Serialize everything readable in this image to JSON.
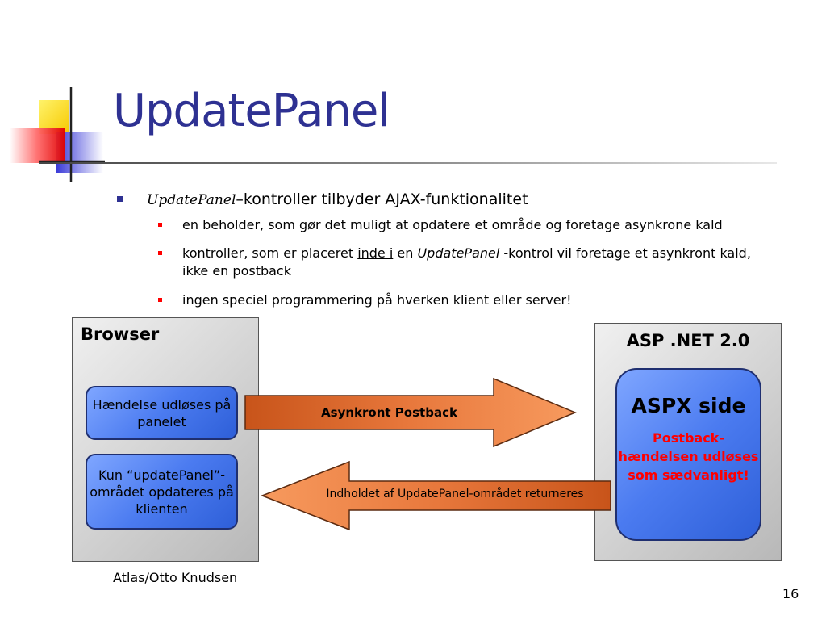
{
  "slide": {
    "title": "UpdatePanel",
    "bullet1": {
      "term": "UpdatePanel",
      "rest": "–kontroller tilbyder AJAX-funktionalitet"
    },
    "sub_bullets": {
      "b1": "en beholder, som gør det muligt at opdatere et område og foretage asynkrone kald",
      "b2_part1": "kontroller, som er placeret ",
      "b2_underlined": "inde i",
      "b2_part2": " en ",
      "b2_italic": "UpdatePanel",
      "b2_part3": " -kontrol vil foretage et asynkront kald, ikke en postback",
      "b3": "ingen speciel programmering på hverken klient eller server!"
    }
  },
  "diagram": {
    "browser_label": "Browser",
    "event_box": "Hændelse udløses på panelet",
    "update_box": "Kun “updatePanel”-området opdateres på klienten",
    "aspnet_label": "ASP .NET 2.0",
    "aspx_title": "ASPX side",
    "aspx_text": "Postback-hændelsen udløses som sædvanligt!",
    "arrow_right_label": "Asynkront Postback",
    "arrow_left_label": "Indholdet af UpdatePanel-området returneres"
  },
  "footer": {
    "author": "Atlas/Otto Knudsen",
    "page_number": "16"
  },
  "colors": {
    "title": "#2e3192",
    "sub_bullet": "#ff0000",
    "arrow_fill": "#e8783c",
    "blue_box": "#4b7bf0",
    "highlight_text": "#ff0000"
  }
}
